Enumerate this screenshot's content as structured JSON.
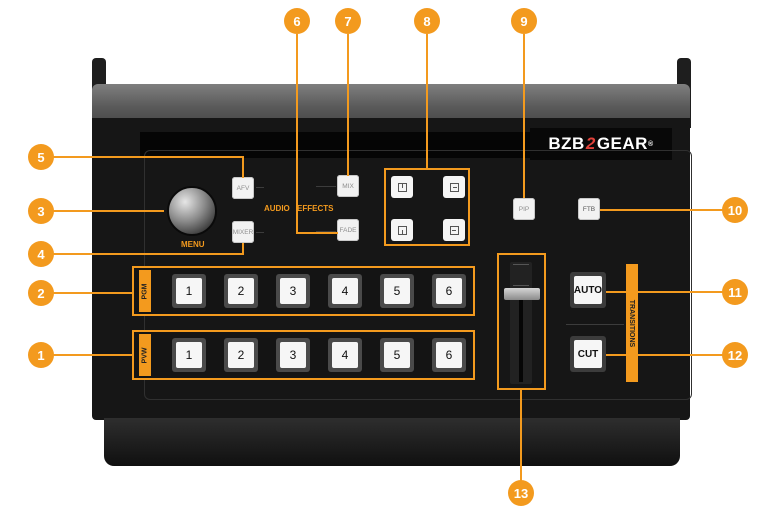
{
  "brand": {
    "left": "BZB",
    "mid": "2",
    "right": "GEAR",
    "mark": "®"
  },
  "knob": {
    "label": "MENU"
  },
  "audio": {
    "label": "AUDIO",
    "afv": "AFV",
    "mixer": "MIXER"
  },
  "effects": {
    "label": "EFFECTS",
    "mix": "MIX",
    "fade": "FADE"
  },
  "wipe_buttons": [
    "wipe-top-icon",
    "wipe-right-icon",
    "wipe-bottom-icon",
    "wipe-left-icon"
  ],
  "pip": {
    "label": "PIP"
  },
  "ftb": {
    "label": "FTB"
  },
  "pgm": {
    "label": "PGM",
    "buttons": [
      "1",
      "2",
      "3",
      "4",
      "5",
      "6"
    ]
  },
  "pvw": {
    "label": "PVW",
    "buttons": [
      "1",
      "2",
      "3",
      "4",
      "5",
      "6"
    ]
  },
  "transitions": {
    "label": "TRANSITIONS",
    "auto": "AUTO",
    "cut": "CUT"
  },
  "callouts": {
    "c1": "1",
    "c2": "2",
    "c3": "3",
    "c4": "4",
    "c5": "5",
    "c6": "6",
    "c7": "7",
    "c8": "8",
    "c9": "9",
    "c10": "10",
    "c11": "11",
    "c12": "12",
    "c13": "13"
  },
  "colors": {
    "accent": "#f39a1e",
    "body": "#161616",
    "button_face": "#f6f6f6",
    "brand_red": "#e0413a"
  }
}
